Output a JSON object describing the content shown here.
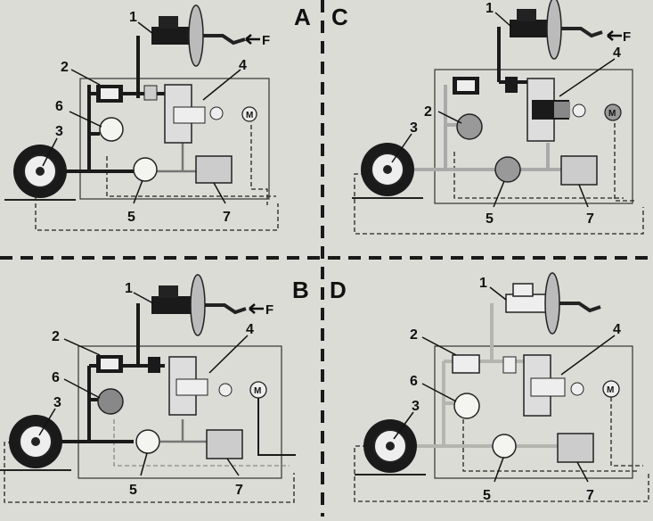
{
  "colors": {
    "paper": "#dcdcd6",
    "ink": "#1a1a1a",
    "active": "#2a2a2a",
    "inactive": "#f2f2ee",
    "shade": "#9a9a96",
    "dash": "#222222"
  },
  "panels": [
    {
      "letter": "A",
      "labels": [
        "1",
        "2",
        "3",
        "4",
        "5",
        "6",
        "7"
      ],
      "force": "F",
      "motor": "M"
    },
    {
      "letter": "C",
      "labels": [
        "1",
        "2",
        "3",
        "4",
        "5",
        "7"
      ],
      "force": "F",
      "motor": "M"
    },
    {
      "letter": "B",
      "labels": [
        "1",
        "2",
        "3",
        "4",
        "5",
        "6",
        "7"
      ],
      "force": "F",
      "motor": "M"
    },
    {
      "letter": "D",
      "labels": [
        "1",
        "2",
        "3",
        "4",
        "5",
        "6",
        "7"
      ],
      "motor": "M"
    }
  ]
}
